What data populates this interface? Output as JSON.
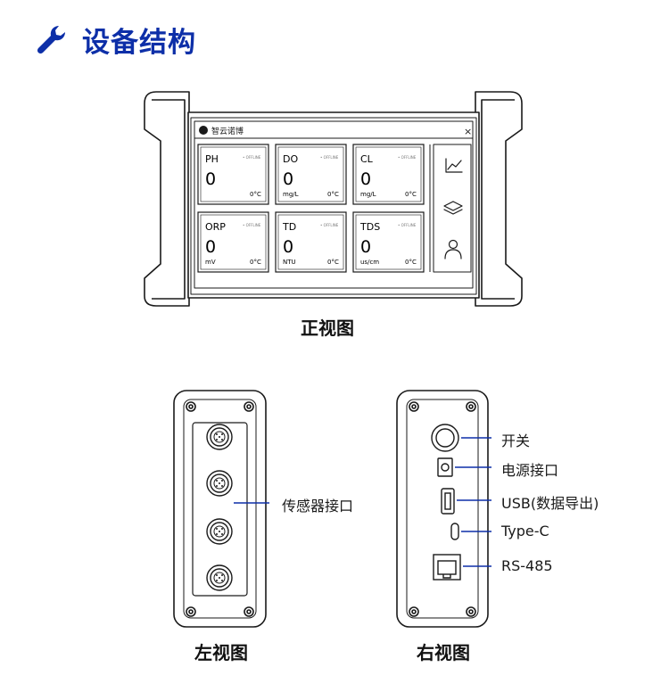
{
  "heading": {
    "title": "设备结构",
    "icon": "wrench-icon",
    "accent": "#0d2fa8"
  },
  "front_view": {
    "caption": "正视图",
    "window": {
      "app_name": "智云诺博",
      "close": "×"
    },
    "tiles": [
      {
        "name": "PH",
        "value": "0",
        "unit": "",
        "temp": "0°C",
        "status": "• OFFLINE"
      },
      {
        "name": "DO",
        "value": "0",
        "unit": "mg/L",
        "temp": "0°C",
        "status": "• OFFLINE"
      },
      {
        "name": "CL",
        "value": "0",
        "unit": "mg/L",
        "temp": "0°C",
        "status": "• OFFLINE"
      },
      {
        "name": "ORP",
        "value": "0",
        "unit": "mV",
        "temp": "0°C",
        "status": "• OFFLINE"
      },
      {
        "name": "TD",
        "value": "0",
        "unit": "NTU",
        "temp": "0°C",
        "status": "• OFFLINE"
      },
      {
        "name": "TDS",
        "value": "0",
        "unit": "us/cm",
        "temp": "0°C",
        "status": "• OFFLINE"
      }
    ],
    "side_icons": [
      "chart-icon",
      "layers-icon",
      "user-icon"
    ]
  },
  "left_view": {
    "caption": "左视图",
    "callout": "传感器接口"
  },
  "right_view": {
    "caption": "右视图",
    "callouts": {
      "switch": "开关",
      "power": "电源接口",
      "usb": "USB(数据导出)",
      "typec": "Type-C",
      "rs485": "RS-485"
    }
  }
}
